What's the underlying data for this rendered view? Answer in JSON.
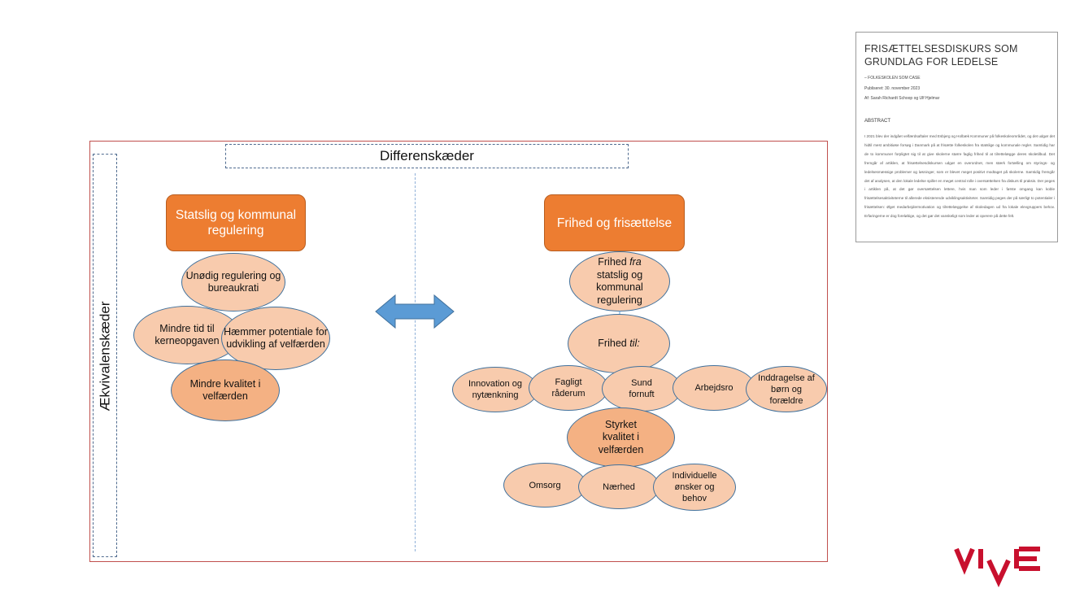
{
  "paper": {
    "title": "FRISÆTTELSESDISKURS SOM GRUNDLAG FOR LEDELSE",
    "subtitle": "– FOLKESKOLEN SOM CASE",
    "published": "Publiseret: 30. november 2023",
    "authors": "Af: Sarah Richardt Schoop og Ulf Hjelmar",
    "abstract_heading": "ABSTRACT",
    "abstract_text": "I 2021 blev der indgået velfærdsaftaler med Esbjerg og Holbæk Kommuner på folkeskoleområdet, og det udgør det hidtil mest ambitiøse forsøg i Danmark på at frisætte folkeskolen fra statslige og kommunale regler. Samtidig har de to kommuner forpligtet sig til at give skolerne større faglig frihed til at tilrettelægge deres skoletilbud. Det fremgår af artiklen, at frisættelsesdiskursen udgør en overordnet, men stærk fortælling om styrings- og ledelsesmæssige problemer og løsninger, som er blevet meget positivt modtaget på skolerne. Samtidig fremgår det af analysen, at den lokale ledelse spiller en meget central rolle i oversættelsen fra diskurs til praksis. Der peges i artiklen på, at det gør oversættelsen lettere, hvis man som leder i første omgang kan koble frisættelsesaktiviteterne til allerede eksisterende udviklingsaktiviteter. Samtidig peges der på særligt to potentialer i frisættelsen: Øget medarbejdermotivation og tilrettelæggelse af skoledagen ud fra lokale elevgruppers behov. Erfaringerne er dog foreløbige, og det gør det vanskeligt som leder at operere på dette felt."
  },
  "diagram": {
    "top_label": "Differenskæder",
    "side_label": "Ækvivalenskæder",
    "left_header": "Statslig og kommunal regulering",
    "right_header": "Frihed og frisættelse",
    "left_nodes": {
      "unoedig": "Unødig regulering og bureaukrati",
      "mindre_tid": "Mindre tid til kerneopgaven",
      "haemmer": "Hæmmer potentiale for udvikling af velfærden",
      "mindre_kvalitet": "Mindre kvalitet i velfærden"
    },
    "right_nodes": {
      "frihed_fra_1": "Frihed ",
      "frihed_fra_em": "fra",
      "frihed_fra_2": " statslig og kommunal regulering",
      "frihed_til_1": "Frihed ",
      "frihed_til_em": "til:",
      "innovation": "Innovation og nytænkning",
      "fagligt": "Fagligt råderum",
      "sund": "Sund fornuft",
      "arbejdsro": "Arbejdsro",
      "inddragelse": "Inddragelse af børn og forældre",
      "styrket": "Styrket kvalitet i velfærden",
      "omsorg": "Omsorg",
      "naerhed": "Nærhed",
      "individuelle": "Individuelle ønsker og behov"
    }
  },
  "logo": "VIVE",
  "colors": {
    "header_orange": "#ed7d31",
    "ellipse_light": "#f8cbad",
    "ellipse_dark": "#f4b183",
    "arrow_blue": "#5b9bd5",
    "frame_red": "#c0504d",
    "logo_red": "#c8102e"
  }
}
